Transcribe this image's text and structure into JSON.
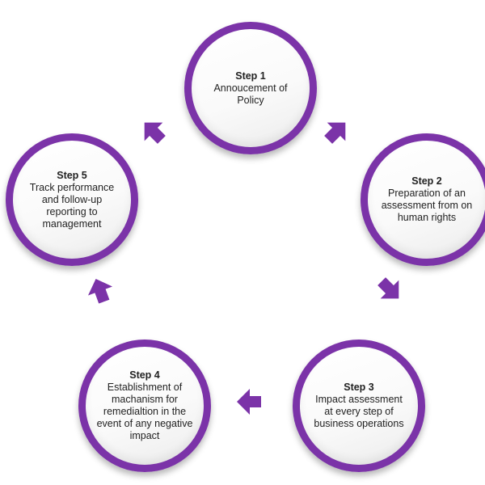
{
  "colors": {
    "ring": "#7b33a8",
    "arrow": "#7b33a8"
  },
  "steps": [
    {
      "title": "Step 1",
      "text": "Annoucement of Policy"
    },
    {
      "title": "Step 2",
      "text": "Preparation of an assessment from on human rights"
    },
    {
      "title": "Step 3",
      "text": "Impact assessment at every step of business operations"
    },
    {
      "title": "Step 4",
      "text": "Establishment of machanism for remedialtion in the event of any negative impact"
    },
    {
      "title": "Step 5",
      "text": "Track performance and follow-up reporting to management"
    }
  ],
  "arrows": [
    {
      "icon": "arrow-up-icon"
    },
    {
      "icon": "arrow-up-icon"
    },
    {
      "icon": "arrow-up-icon"
    },
    {
      "icon": "arrow-up-icon"
    },
    {
      "icon": "arrow-up-icon"
    }
  ]
}
